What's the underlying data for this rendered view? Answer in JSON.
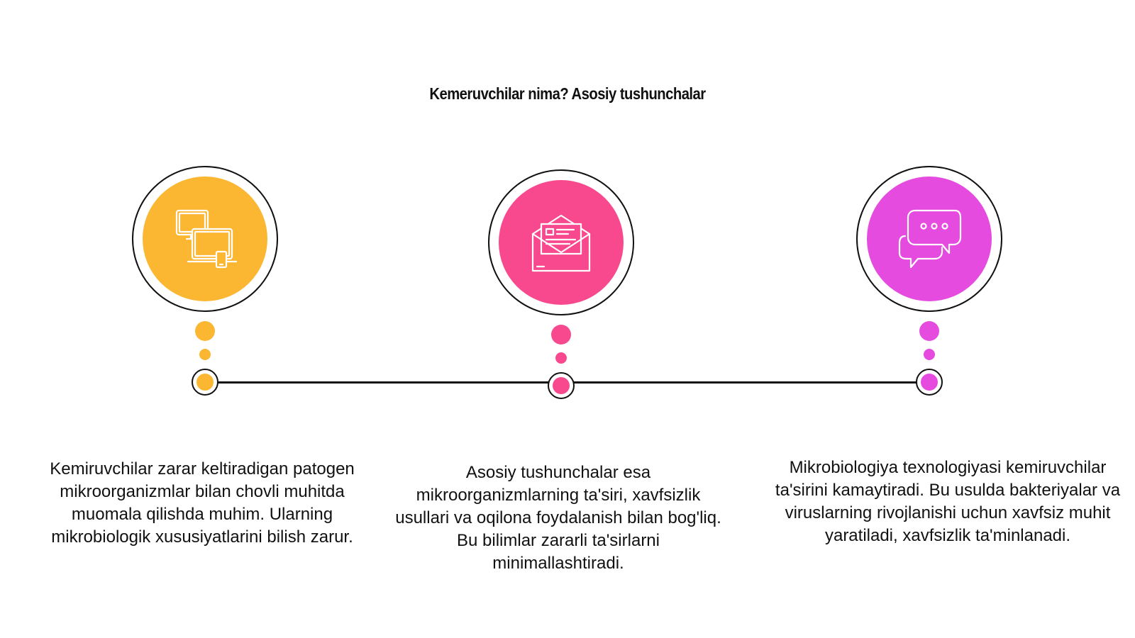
{
  "title": "Kemeruvchilar nima? Asosiy tushunchalar",
  "steps": [
    {
      "icon": "devices-icon",
      "color": "#FBB632",
      "text": "Kemiruvchilar zarar keltiradigan patogen mikroorganizmlar bilan chovli muhitda muomala qilishda muhim. Ularning mikrobiologik xususiyatlarini bilish zarur."
    },
    {
      "icon": "envelope-icon",
      "color": "#F9498E",
      "text": "Asosiy tushunchalar esa mikroorganizmlarning ta'siri, xavfsizlik usullari va oqilona foydalanish bilan bog'liq. Bu bilimlar zararli ta'sirlarni minimallashtiradi."
    },
    {
      "icon": "chat-bubbles-icon",
      "color": "#E54BDF",
      "text": "Mikrobiologiya texnologiyasi kemiruvchilar ta'sirini kamaytiradi. Bu usulda bakteriyalar va viruslarning rivojlanishi uchun xavfsiz muhit yaratiladi, xavfsizlik ta'minlanadi."
    }
  ]
}
